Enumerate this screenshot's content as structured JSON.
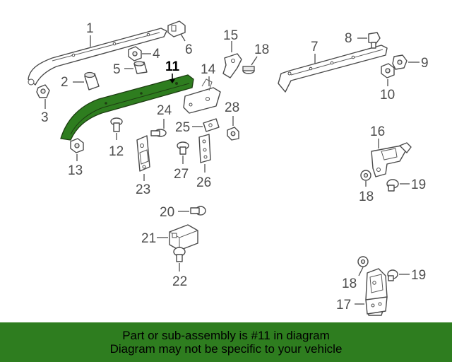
{
  "diagram": {
    "highlight_color": "#2e7d1f",
    "callouts": {
      "c1": "1",
      "c2": "2",
      "c3": "3",
      "c4": "4",
      "c5": "5",
      "c6": "6",
      "c7": "7",
      "c8": "8",
      "c9": "9",
      "c10": "10",
      "c11": "11",
      "c12": "12",
      "c13": "13",
      "c14": "14",
      "c15": "15",
      "c16": "16",
      "c17": "17",
      "c18a": "18",
      "c18b": "18",
      "c18c": "18",
      "c19a": "19",
      "c19b": "19",
      "c20": "20",
      "c21": "21",
      "c22": "22",
      "c23": "23",
      "c24": "24",
      "c25": "25",
      "c26": "26",
      "c27": "27",
      "c28": "28"
    }
  },
  "banner": {
    "line1": "Part or sub-assembly is #11 in diagram",
    "line2": "Diagram may not be specific to your vehicle",
    "color": "#2e7d1f"
  }
}
